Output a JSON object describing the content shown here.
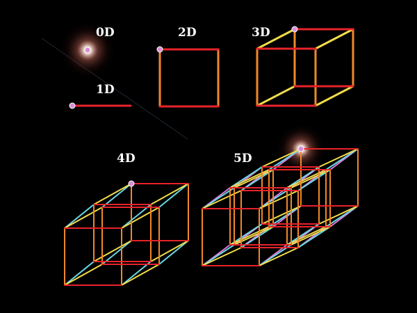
{
  "labels": {
    "d0": "0D",
    "d1": "1D",
    "d2": "2D",
    "d3": "3D",
    "d4": "4D",
    "d5": "5D"
  },
  "colors": {
    "background": "#000000",
    "d1_edges": "#e8232a",
    "d2_edges": "#f2882a",
    "d3_edges": "#f3dc4a",
    "d4_edges": "#6ad8e6",
    "d5_edges": "#e07ad8",
    "vertex": "#d98fd6",
    "glow": "#ffd9d0"
  }
}
